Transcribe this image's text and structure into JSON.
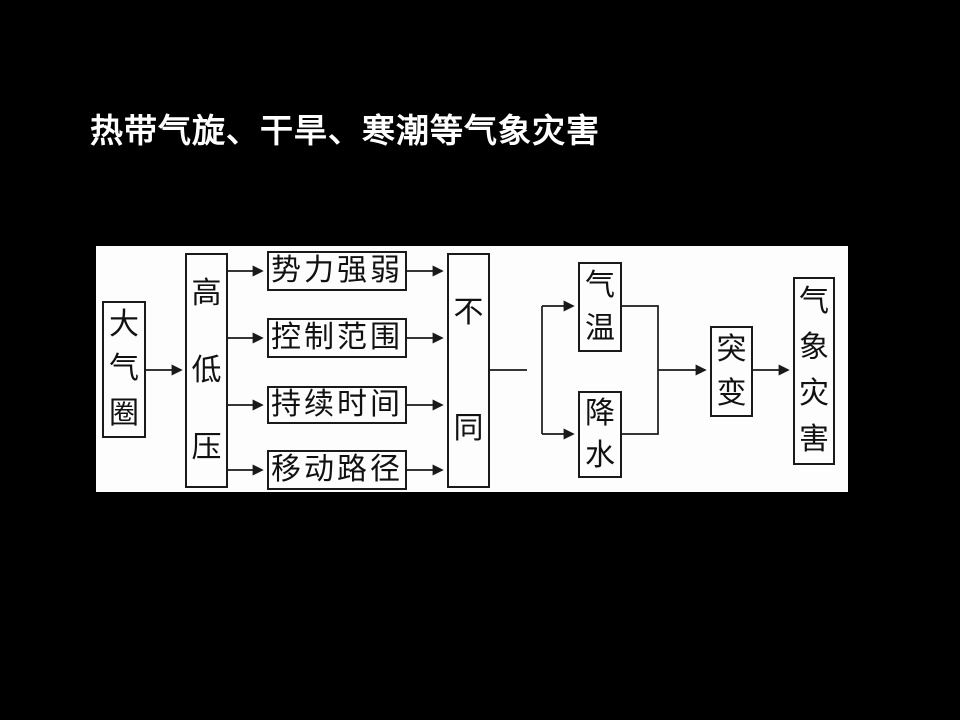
{
  "title": "热带气旋、干旱、寒潮等气象灾害",
  "diagram": {
    "nodes": {
      "atmosphere": "大气圈",
      "pressure": "高低压",
      "strength": "势力强弱",
      "extent": "控制范围",
      "duration": "持续时间",
      "path": "移动路径",
      "difference": "不同",
      "temperature": "气温",
      "precipitation": "降水",
      "mutation": "突变",
      "disaster": "气象灾害"
    },
    "colors": {
      "background": "#000000",
      "panel": "#fdfdfd",
      "line": "#1a1a1a",
      "title_text": "#ffffff"
    }
  }
}
